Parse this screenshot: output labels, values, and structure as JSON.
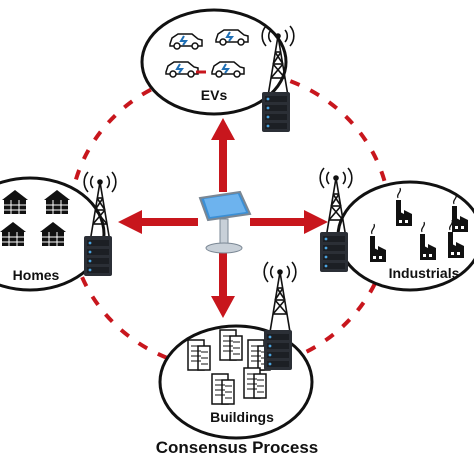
{
  "nodes": {
    "evs": "EVs",
    "homes": "Homes",
    "industrials": "Industrials",
    "buildings": "Buildings"
  },
  "caption": "Consensus Process",
  "colors": {
    "arrow": "#c8161d",
    "ring_dash": "#c8161d",
    "outline": "#111111",
    "server": "#2b2f36",
    "server_led": "#4aa3df",
    "screen": "#3a8fd6",
    "charger_bolt": "#1f6fb5"
  },
  "icons": [
    "electric-car-icon",
    "solar-house-icon",
    "factory-icon",
    "building-icon",
    "server-rack-icon",
    "radio-tower-icon",
    "kiosk-terminal-icon"
  ]
}
